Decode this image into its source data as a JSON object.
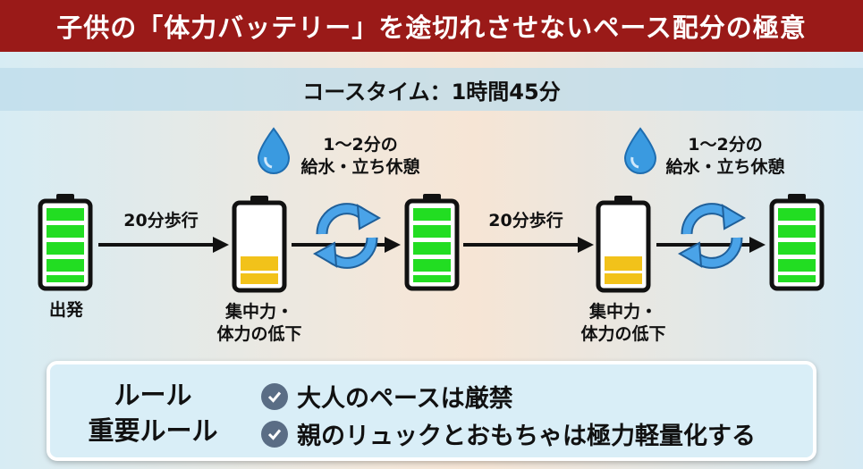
{
  "title": "子供の「体力バッテリー」を途切れさせないペース配分の極意",
  "course_time": "コースタイム：1時間45分",
  "steps": {
    "start_label": "出発",
    "walk_1": "20分歩行",
    "tired_1_line1": "集中力・",
    "tired_1_line2": "体力の低下",
    "rest_1_line1": "1〜2分の",
    "rest_1_line2": "給水・立ち休憩",
    "walk_2": "20分歩行",
    "tired_2_line1": "集中力・",
    "tired_2_line2": "体力の低下",
    "rest_2_line1": "1〜2分の",
    "rest_2_line2": "給水・立ち休憩"
  },
  "battery_levels": {
    "start": 1.0,
    "tired_1": 0.25,
    "recovered_1": 1.0,
    "tired_2": 0.25,
    "recovered_2": 1.0
  },
  "rules": {
    "title_line1": "ルール",
    "title_line2": "重要ルール",
    "items": [
      "大人のペースは厳禁",
      "親のリュックとおもちゃは極力軽量化する"
    ]
  },
  "colors": {
    "title_bg": "#9a1a18",
    "battery_full": "#22dd22",
    "battery_low": "#f2c21a",
    "refresh": "#3a8fd8",
    "water": "#3a9ae0"
  },
  "icons": {
    "water": "water-drop-icon",
    "refresh": "refresh-cycle-icon",
    "check": "check-circle-icon"
  }
}
